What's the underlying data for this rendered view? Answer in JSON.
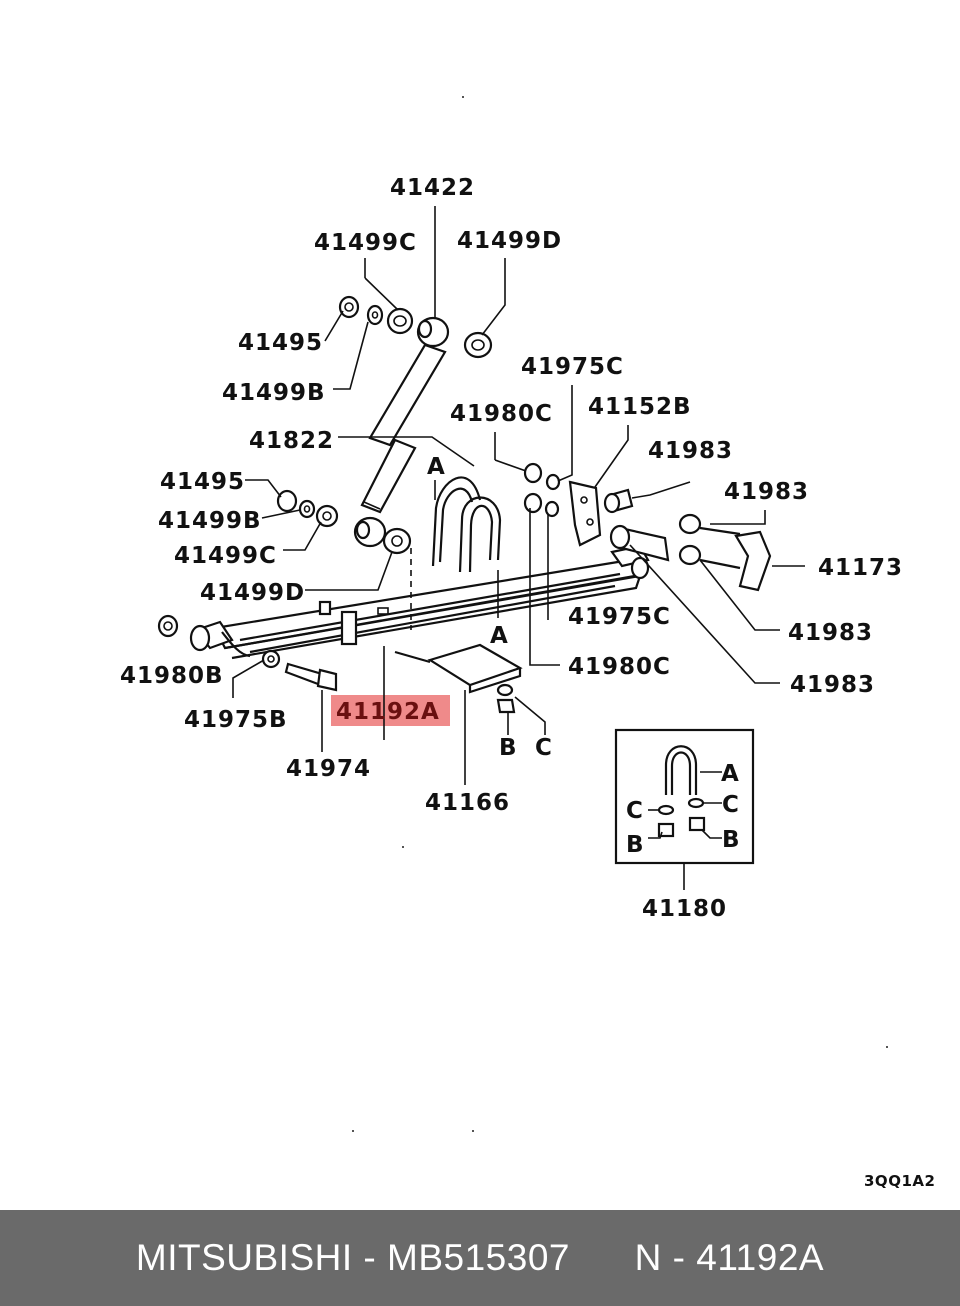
{
  "diagram": {
    "labels": {
      "l41422": "41422",
      "l41499C_top": "41499C",
      "l41499D_top": "41499D",
      "l41495_top": "41495",
      "l41499B_top": "41499B",
      "l41975C_top": "41975C",
      "l41980C_top": "41980C",
      "l41152B": "41152B",
      "l41822": "41822",
      "l41983_a": "41983",
      "l41983_b": "41983",
      "l41495_mid": "41495",
      "l41499B_mid": "41499B",
      "l41499C_mid": "41499C",
      "l41173": "41173",
      "l41499D_mid": "41499D",
      "l41975C_mid": "41975C",
      "l41983_c": "41983",
      "l41980B": "41980B",
      "l41980C_mid": "41980C",
      "l41983_d": "41983",
      "l41975B": "41975B",
      "l41192A": "41192A",
      "l41974": "41974",
      "l41166": "41166",
      "l41180": "41180",
      "marker_A_top": "A",
      "marker_A_bottom": "A",
      "marker_B": "B",
      "marker_C": "C",
      "inset_A": "A",
      "inset_C_left": "C",
      "inset_C_right": "C",
      "inset_B_left": "B",
      "inset_B_right": "B"
    },
    "diagram_code": "3QQ1A2",
    "highlight_color": "#ef8a8a"
  },
  "footer": {
    "text": "MITSUBISHI - MB515307      N - 41192A",
    "background": "#6a6a6a"
  }
}
